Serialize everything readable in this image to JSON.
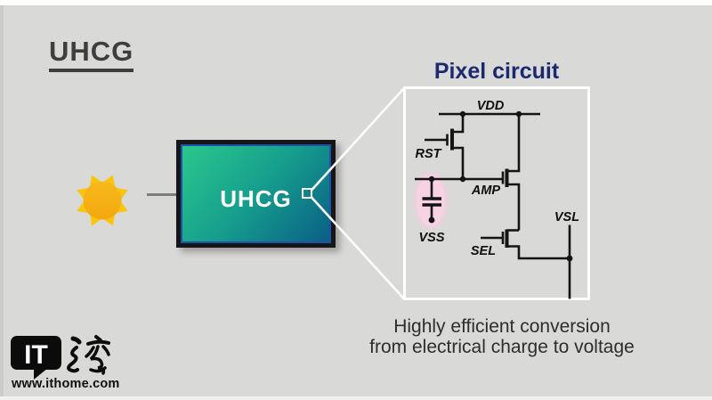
{
  "slide": {
    "title": "UHCG",
    "sensor": {
      "label": "UHCG"
    },
    "pixel_circuit": {
      "title": "Pixel circuit",
      "labels": {
        "vdd": "VDD",
        "rst": "RST",
        "amp": "AMP",
        "vss": "VSS",
        "sel": "SEL",
        "vsl": "VSL"
      }
    },
    "caption": {
      "line1": "Highly efficient conversion",
      "line2": "from electrical charge to voltage"
    }
  },
  "watermark": {
    "logo_text": "IT",
    "logo_cjk": "之家",
    "url": "www.ithome.com"
  },
  "colors": {
    "background": "#D9D9D8",
    "title_gray": "#3E3E3E",
    "circuit_navy": "#1B2A6F",
    "sensor_green": "#2BC78D",
    "sensor_teal": "#0A5F86",
    "sensor_frame": "#161618",
    "sensor_ring_blue": "#1E52A8",
    "sun_yellow": "#F8BB18",
    "ray_yellow": "#FBC40D",
    "highlight_pink": "#F4CCE0",
    "wire_black": "#141414",
    "connector_gray": "#7D7D7D"
  }
}
